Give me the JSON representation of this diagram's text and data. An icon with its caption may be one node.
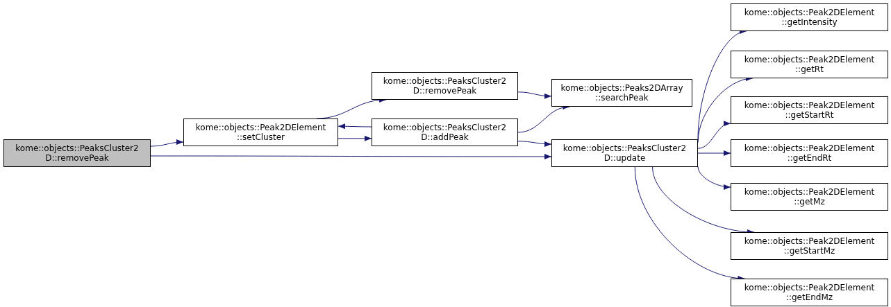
{
  "diagram": {
    "nodes": [
      {
        "text": [
          "kome::objects::PeaksCluster2 D::removePeak"
        ]
      },
      {
        "text": [
          "kome::objects::Peak2DElement ::setCluster"
        ]
      },
      {
        "text": [
          "kome::objects::PeaksCluster2 D::removePeak"
        ]
      },
      {
        "text": [
          "kome::objects::PeaksCluster2 D::addPeak"
        ]
      },
      {
        "text": [
          "kome::objects::Peaks2DArray ::searchPeak"
        ]
      },
      {
        "text": [
          "kome::objects::PeaksCluster2 D::update"
        ]
      },
      {
        "text": [
          "kome::objects::Peak2DElement ::getIntensity"
        ]
      },
      {
        "text": [
          "kome::objects::Peak2DElement ::getRt"
        ]
      },
      {
        "text": [
          "kome::objects::Peak2DElement ::getStartRt"
        ]
      },
      {
        "text": [
          "kome::objects::Peak2DElement ::getEndRt"
        ]
      },
      {
        "text": [
          "kome::objects::Peak2DElement ::getMz"
        ]
      },
      {
        "text": [
          "kome::objects::Peak2DElement ::getStartMz"
        ]
      },
      {
        "text": [
          "kome::objects::Peak2DElement ::getEndMz"
        ]
      }
    ],
    "edges": [
      {
        "from": 0,
        "to": 1,
        "arrow": "to"
      },
      {
        "from": 0,
        "to": 5,
        "arrow": "to"
      },
      {
        "from": 1,
        "to": 2,
        "arrow": "to"
      },
      {
        "from": 1,
        "to": 3,
        "arrow": "to"
      },
      {
        "from": 3,
        "to": 1,
        "arrow": "to"
      },
      {
        "from": 2,
        "to": 4,
        "arrow": "to"
      },
      {
        "from": 3,
        "to": 4,
        "arrow": "to"
      },
      {
        "from": 3,
        "to": 5,
        "arrow": "to"
      },
      {
        "from": 5,
        "to": 6,
        "arrow": "to"
      },
      {
        "from": 5,
        "to": 7,
        "arrow": "to"
      },
      {
        "from": 5,
        "to": 8,
        "arrow": "to"
      },
      {
        "from": 5,
        "to": 9,
        "arrow": "to"
      },
      {
        "from": 5,
        "to": 10,
        "arrow": "to"
      },
      {
        "from": 5,
        "to": 11,
        "arrow": "to"
      },
      {
        "from": 5,
        "to": 12,
        "arrow": "to"
      }
    ]
  }
}
